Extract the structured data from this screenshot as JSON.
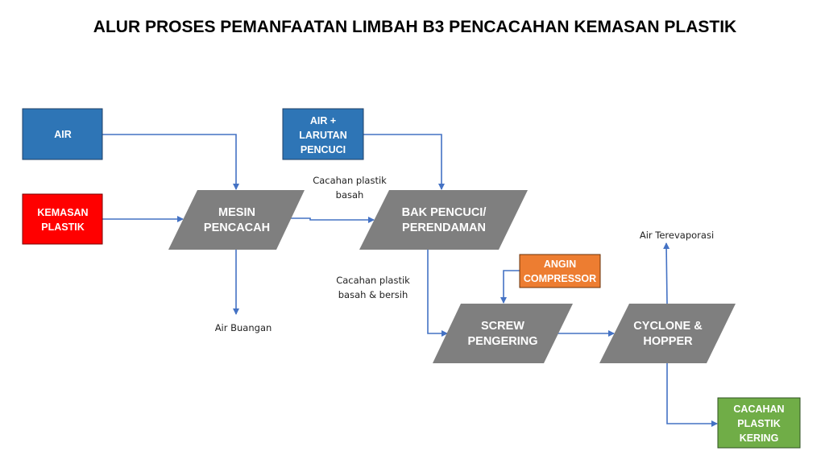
{
  "title": "ALUR  PROSES PEMANFAATAN LIMBAH B3 PENCACAHAN KEMASAN PLASTIK",
  "colors": {
    "blue": "#2e75b6",
    "red": "#ff0000",
    "orange": "#ed7d31",
    "green": "#70ad47",
    "process": "#7f7f7f",
    "arrow": "#4472c4"
  },
  "inputs": {
    "air": [
      "AIR"
    ],
    "kemasan": [
      "KEMASAN",
      "PLASTIK"
    ],
    "air_larutan": [
      "AIR +",
      "LARUTAN",
      "PENCUCI"
    ],
    "angin": [
      "ANGIN",
      "COMPRESSOR"
    ]
  },
  "processes": {
    "mesin": [
      "MESIN",
      "PENCACAH"
    ],
    "bak": [
      "BAK PENCUCI/",
      "PERENDAMAN"
    ],
    "screw": [
      "SCREW",
      "PENGERING"
    ],
    "cyclone": [
      "CYCLONE &",
      "HOPPER"
    ]
  },
  "output": [
    "CACAHAN",
    "PLASTIK",
    "KERING"
  ],
  "labels": {
    "basah": [
      "Cacahan plastik",
      "basah"
    ],
    "bersih": [
      "Cacahan plastik",
      "basah & bersih"
    ],
    "air_buangan": "Air Buangan",
    "air_terevaporasi": "Air Terevaporasi"
  }
}
